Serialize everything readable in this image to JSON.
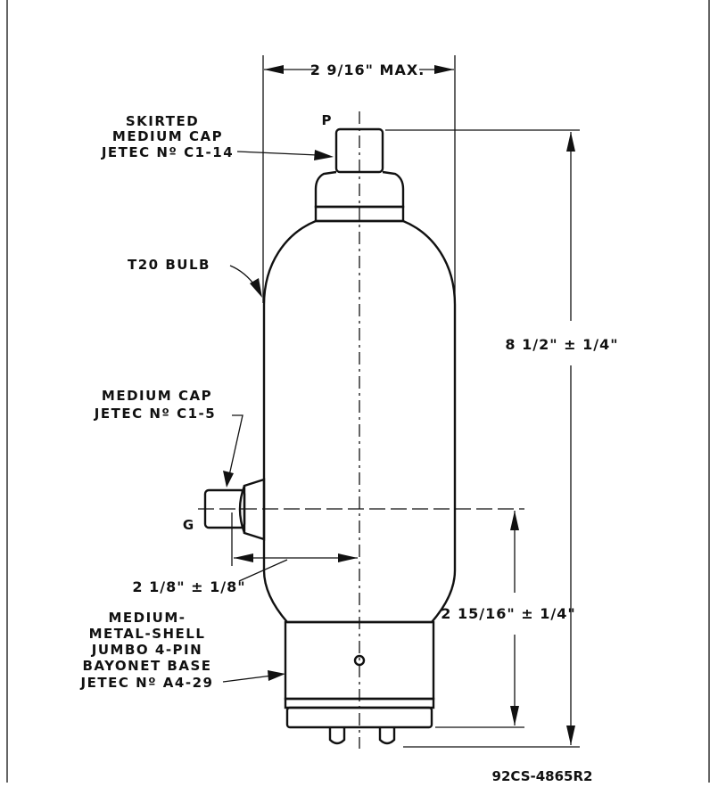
{
  "labels": {
    "cap_top": [
      "SKIRTED",
      "MEDIUM CAP",
      "JETEC Nº C1-14"
    ],
    "pin_p": "P",
    "bulb": "T20 BULB",
    "cap_side": [
      "MEDIUM CAP",
      "JETEC Nº C1-5"
    ],
    "pin_g": "G",
    "base": [
      "MEDIUM-",
      "METAL-SHELL",
      "JUMBO 4-PIN",
      "BAYONET BASE",
      "JETEC Nº A4-29"
    ]
  },
  "dimensions": {
    "max_diameter": "2 9/16\" MAX.",
    "overall_height": "8 1/2\" ± 1/4\"",
    "grid_cap_offset": "2 1/8\" ± 1/8\"",
    "grid_cap_height": "2 15/16\" ± 1/4\""
  },
  "drawing_number": "92CS-4865R2",
  "colors": {
    "ink": "#111111",
    "paper": "#ffffff"
  }
}
